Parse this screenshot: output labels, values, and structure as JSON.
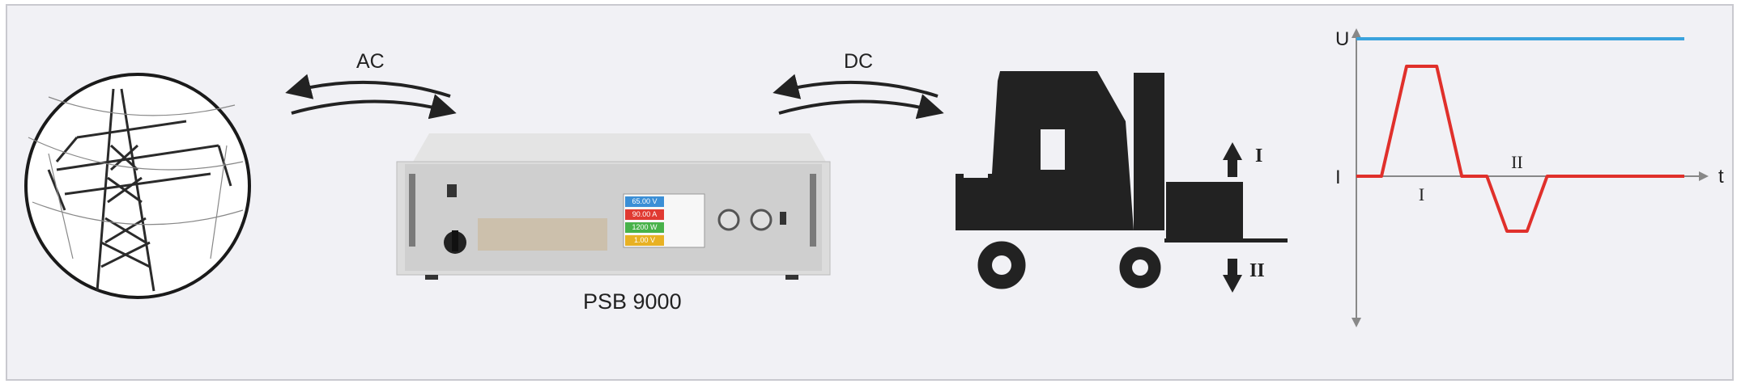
{
  "arrows": {
    "ac_label": "AC",
    "dc_label": "DC"
  },
  "device": {
    "name": "PSB 9000",
    "display_values": [
      "65.00 V",
      "90.00 A",
      "1200 W",
      "1.00 V"
    ],
    "display_colors": [
      "#3b8fd6",
      "#e03a32",
      "#48b24a",
      "#e8b124"
    ]
  },
  "load": {
    "up_label": "I",
    "down_label": "II"
  },
  "chart_data": {
    "type": "line",
    "xlabel": "t",
    "y_tick_labels": [
      "U",
      "I"
    ],
    "region_labels": [
      "I",
      "II"
    ],
    "series": [
      {
        "color": "#3aa3dd",
        "points": [
          [
            0,
            1.0
          ],
          [
            10,
            1.0
          ]
        ]
      },
      {
        "color": "#e0302b",
        "points": [
          [
            0,
            0
          ],
          [
            0.5,
            0
          ],
          [
            1.0,
            0.8
          ],
          [
            1.6,
            0.8
          ],
          [
            2.1,
            0
          ],
          [
            2.6,
            0
          ],
          [
            3.0,
            -0.4
          ],
          [
            3.4,
            -0.4
          ],
          [
            3.8,
            0
          ],
          [
            10,
            0
          ]
        ]
      }
    ]
  },
  "colors": {
    "background": "#f1f1f5",
    "arrow": "#222222",
    "axis": "#888888"
  }
}
